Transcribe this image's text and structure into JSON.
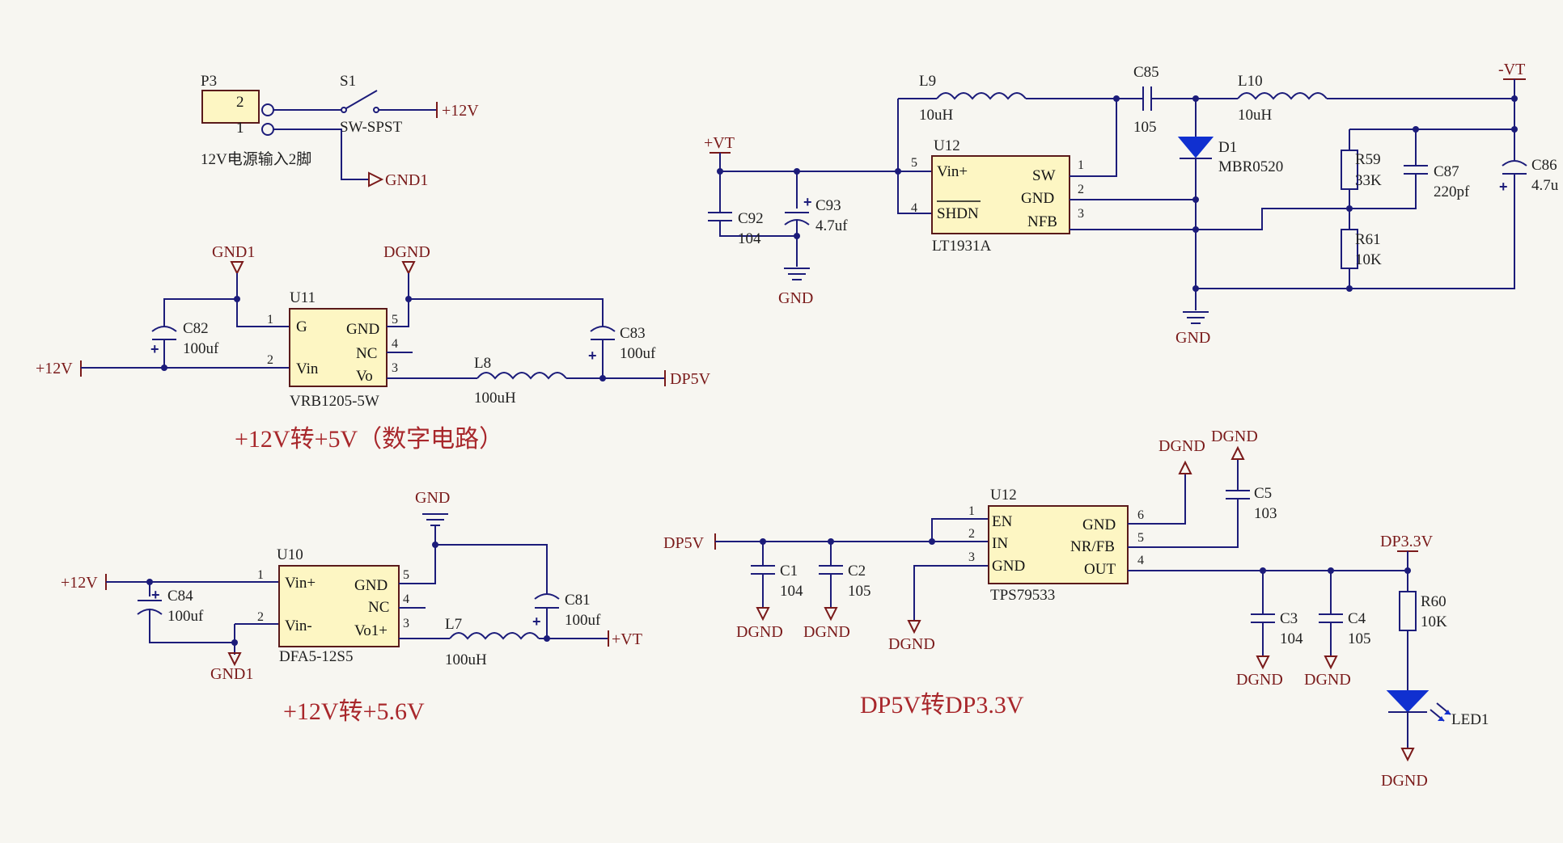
{
  "titles": {
    "t1": "+12V转+5V（数字电路）",
    "t2": "+12V转+5.6V",
    "t3": "DP5V转DP3.3V"
  },
  "nets": {
    "p12v": "+12V",
    "gnd1": "GND1",
    "dgnd": "DGND",
    "gnd": "GND",
    "dp5v": "DP5V",
    "vt": "+VT",
    "nvt": "-VT",
    "dp33v": "DP3.3V"
  },
  "p3": {
    "ref": "P3",
    "desc": "12V电源输入2脚",
    "pin2": "2",
    "pin1": "1"
  },
  "s1": {
    "ref": "S1",
    "value": "SW-SPST"
  },
  "u11": {
    "ref": "U11",
    "part": "VRB1205-5W",
    "g": "G",
    "vin": "Vin",
    "gndpin": "GND",
    "nc": "NC",
    "vo": "Vo",
    "p1": "1",
    "p2": "2",
    "p3": "3",
    "p4": "4",
    "p5": "5"
  },
  "c82": {
    "ref": "C82",
    "value": "100uf"
  },
  "c83": {
    "ref": "C83",
    "value": "100uf"
  },
  "l8": {
    "ref": "L8",
    "value": "100uH"
  },
  "u10": {
    "ref": "U10",
    "part": "DFA5-12S5",
    "vinp": "Vin+",
    "vinn": "Vin-",
    "gndpin": "GND",
    "nc": "NC",
    "vo1": "Vo1+",
    "p1": "1",
    "p2": "2",
    "p3": "3",
    "p4": "4",
    "p5": "5"
  },
  "c84": {
    "ref": "C84",
    "value": "100uf"
  },
  "c81": {
    "ref": "C81",
    "value": "100uf"
  },
  "l7": {
    "ref": "L7",
    "value": "100uH"
  },
  "u12a": {
    "ref": "U12",
    "part": "LT1931A",
    "vinp": "Vin+",
    "shdn": "SHDN",
    "sw": "SW",
    "gndpin": "GND",
    "nfb": "NFB",
    "p1": "1",
    "p2": "2",
    "p3": "3",
    "p4": "4",
    "p5": "5"
  },
  "l9": {
    "ref": "L9",
    "value": "10uH"
  },
  "c85": {
    "ref": "C85",
    "value": "105"
  },
  "l10": {
    "ref": "L10",
    "value": "10uH"
  },
  "d1": {
    "ref": "D1",
    "value": "MBR0520"
  },
  "r59": {
    "ref": "R59",
    "value": "33K"
  },
  "c87": {
    "ref": "C87",
    "value": "220pf"
  },
  "c86": {
    "ref": "C86",
    "value": "4.7u"
  },
  "r61": {
    "ref": "R61",
    "value": "10K"
  },
  "c92": {
    "ref": "C92",
    "value": "104"
  },
  "c93": {
    "ref": "C93",
    "value": "4.7uf"
  },
  "u12b": {
    "ref": "U12",
    "part": "TPS79533",
    "en": "EN",
    "in": "IN",
    "gndpin": "GND",
    "gnd6": "GND",
    "nrfb": "NR/FB",
    "out": "OUT",
    "p1": "1",
    "p2": "2",
    "p3": "3",
    "p4": "4",
    "p5": "5",
    "p6": "6"
  },
  "c1": {
    "ref": "C1",
    "value": "104"
  },
  "c2": {
    "ref": "C2",
    "value": "105"
  },
  "c5": {
    "ref": "C5",
    "value": "103"
  },
  "c3": {
    "ref": "C3",
    "value": "104"
  },
  "c4": {
    "ref": "C4",
    "value": "105"
  },
  "r60": {
    "ref": "R60",
    "value": "10K"
  },
  "led1": {
    "ref": "LED1"
  },
  "polarity": "+",
  "colors": {
    "wire": "#1c1c7a",
    "title": "#a8272b",
    "net": "#7a1a1a",
    "part_fill": "#fdf6c3",
    "diode_fill": "#1030d0"
  }
}
